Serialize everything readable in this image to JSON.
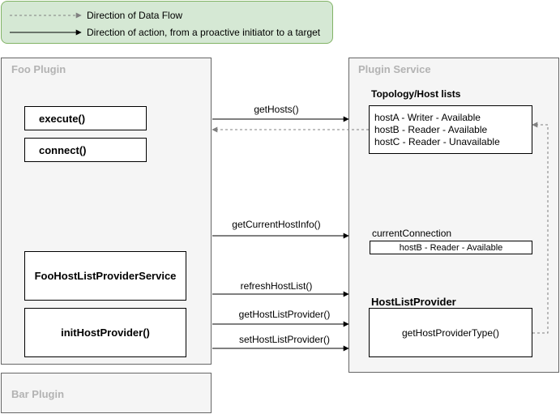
{
  "legend": {
    "data_flow": "Direction of Data Flow",
    "action": "Direction of action, from a proactive initiator to a target"
  },
  "foo_plugin": {
    "title": "Foo Plugin",
    "execute": "execute()",
    "connect": "connect()",
    "host_list_provider_service": "FooHostListProviderService",
    "init_host_provider": "initHostProvider()"
  },
  "bar_plugin": {
    "title": "Bar Plugin"
  },
  "plugin_service": {
    "title": "Plugin Service",
    "topology_title": "Topology/Host lists",
    "hosts": [
      "hostA - Writer - Available",
      "hostB - Reader - Available",
      "hostC - Reader - Unavailable"
    ],
    "current_connection_title": "currentConnection",
    "current_connection_value": "hostB - Reader - Available",
    "host_list_provider_title": "HostListProvider",
    "get_host_provider_type": "getHostProviderType()"
  },
  "arrows": {
    "get_hosts": "getHosts()",
    "get_current_host_info": "getCurrentHostInfo()",
    "refresh_host_list": "refreshHostList()",
    "get_host_list_provider": "getHostListProvider()",
    "set_host_list_provider": "setHostListProvider()"
  },
  "colors": {
    "legend_fill": "#d5e8d4",
    "legend_border": "#82b366",
    "panel_fill": "#f5f5f5",
    "panel_title": "#b3b3b3",
    "dashed_arrow": "#808080"
  }
}
